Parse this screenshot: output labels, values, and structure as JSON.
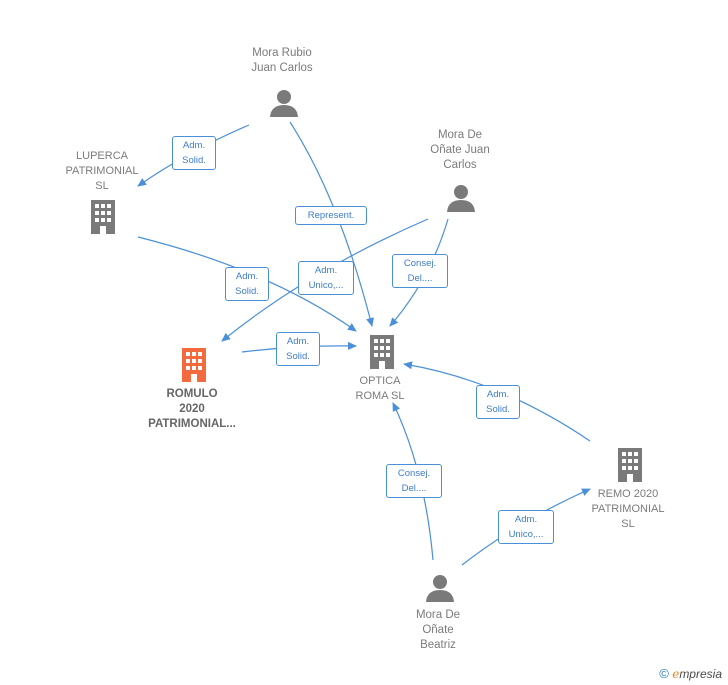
{
  "nodes": {
    "mora_rubio": "Mora Rubio\nJuan Carlos",
    "luperca": "LUPERCA\nPATRIMONIAL\nSL",
    "mora_onate_jc": "Mora De\nOñate Juan\nCarlos",
    "romulo": "ROMULO\n2020\nPATRIMONIAL...",
    "optica": "OPTICA\nROMA SL",
    "remo": "REMO 2020\nPATRIMONIAL\nSL",
    "mora_onate_b": "Mora De\nOñate\nBeatriz"
  },
  "edges": {
    "e1": "Adm.\nSolid.",
    "e2": "Represent.",
    "e3": "Adm.\nSolid.",
    "e4": "Adm.\nUnico,...",
    "e5": "Consej.\nDel....",
    "e6": "Adm.\nSolid.",
    "e7": "Adm.\nSolid.",
    "e8": "Consej.\nDel....",
    "e9": "Adm.\nUnico,..."
  },
  "footer": {
    "copyright": "©",
    "brand_e": "e",
    "brand_rest": "mpresia"
  },
  "colors": {
    "edge": "#4a90d9",
    "person": "#7a7a7a",
    "company": "#7a7a7a",
    "focus_company": "#f26a3d"
  }
}
